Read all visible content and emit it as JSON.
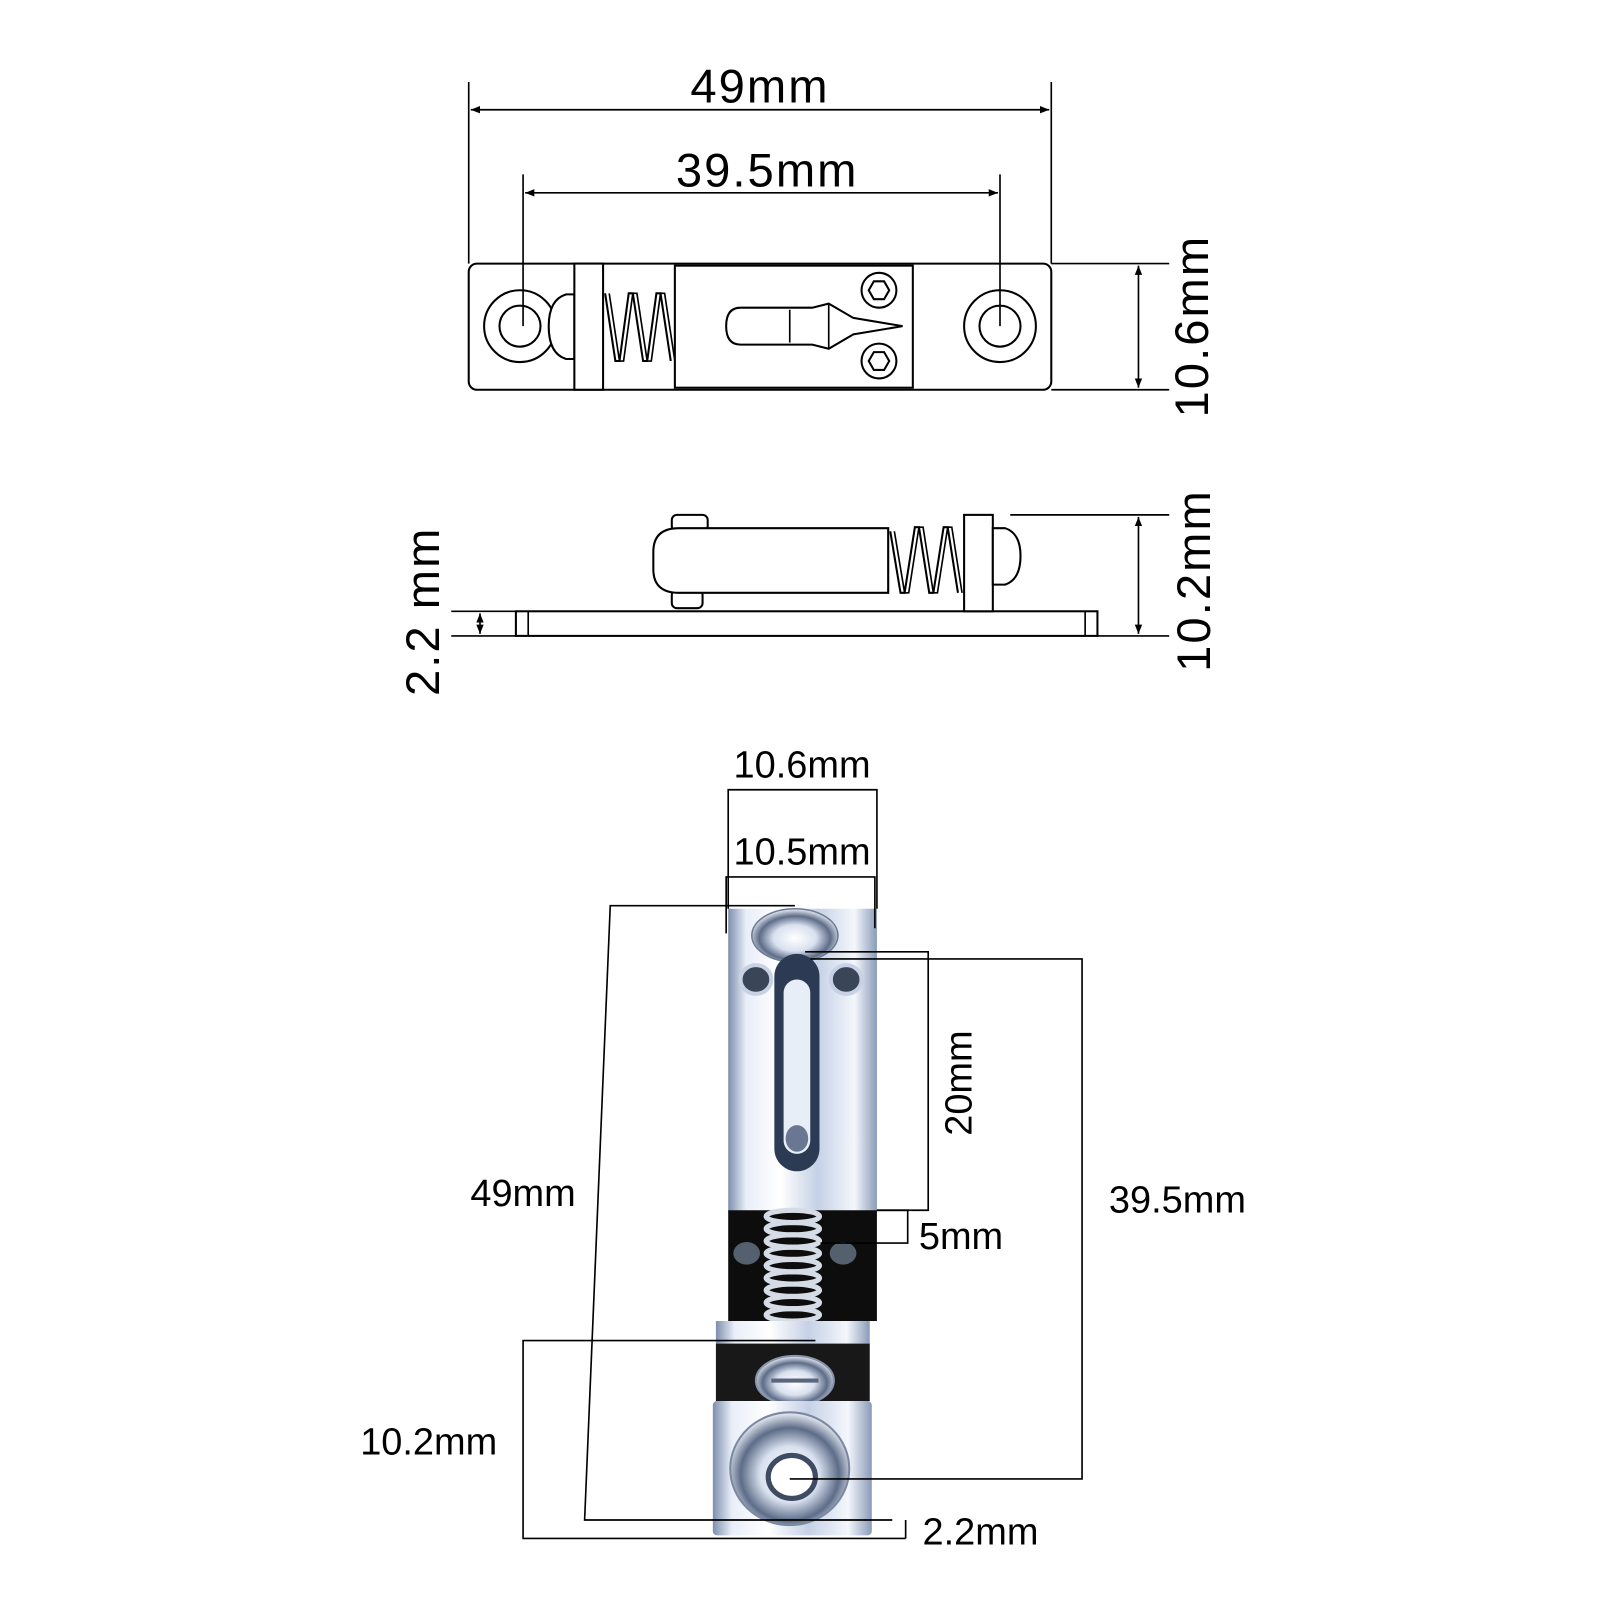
{
  "top_view": {
    "total_width": "49mm",
    "hole_spacing": "39.5mm",
    "plate_width": "10.6mm"
  },
  "side_view": {
    "total_height": "10.2mm",
    "plate_thickness": "2.2 mm"
  },
  "photo_view": {
    "width_outer": "10.6mm",
    "width_inner": "10.5mm",
    "slot_length": "20mm",
    "total_length": "49mm",
    "hole_spacing": "39.5mm",
    "gap": "5mm",
    "height": "10.2mm",
    "plate_thickness": "2.2mm"
  }
}
